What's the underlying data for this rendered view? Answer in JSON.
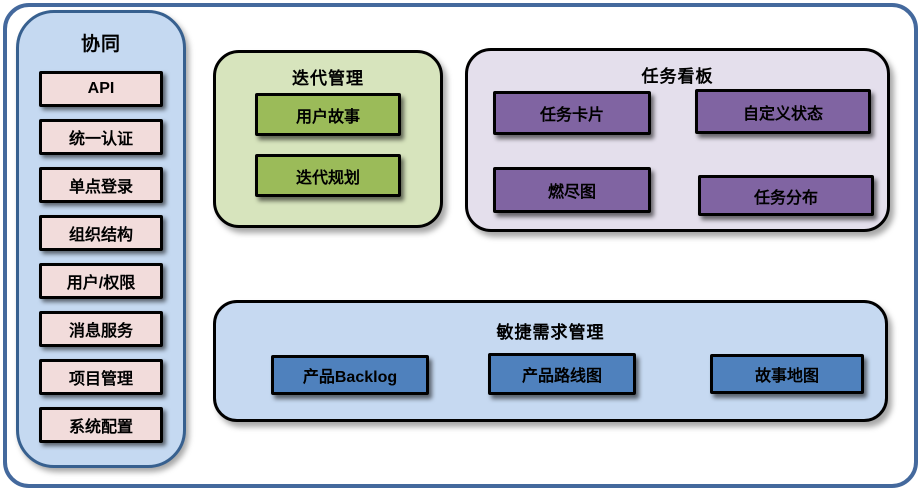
{
  "colors": {
    "frame_border": "#44699D",
    "sidebar_bg": "#C5D9F1",
    "sidebar_border": "#37608F",
    "sidebar_item_bg": "#F2DCDB",
    "iteration_panel_bg": "#D7E4BD",
    "iteration_item_bg": "#9BBB59",
    "kanban_panel_bg": "#E4DFEC",
    "kanban_item_bg": "#8064A2",
    "agile_panel_bg": "#C6D9F1",
    "agile_item_bg": "#4F81BD",
    "shape_border": "#000000"
  },
  "sidebar": {
    "title": "协同",
    "items": [
      "API",
      "统一认证",
      "单点登录",
      "组织结构",
      "用户/权限",
      "消息服务",
      "项目管理",
      "系统配置"
    ]
  },
  "panels": [
    {
      "title": "迭代管理",
      "items": [
        "用户故事",
        "迭代规划"
      ]
    },
    {
      "title": "任务看板",
      "items": [
        "任务卡片",
        "自定义状态",
        "燃尽图",
        "任务分布"
      ]
    },
    {
      "title": "敏捷需求管理",
      "items": [
        "产品Backlog",
        "产品路线图",
        "故事地图"
      ]
    }
  ]
}
